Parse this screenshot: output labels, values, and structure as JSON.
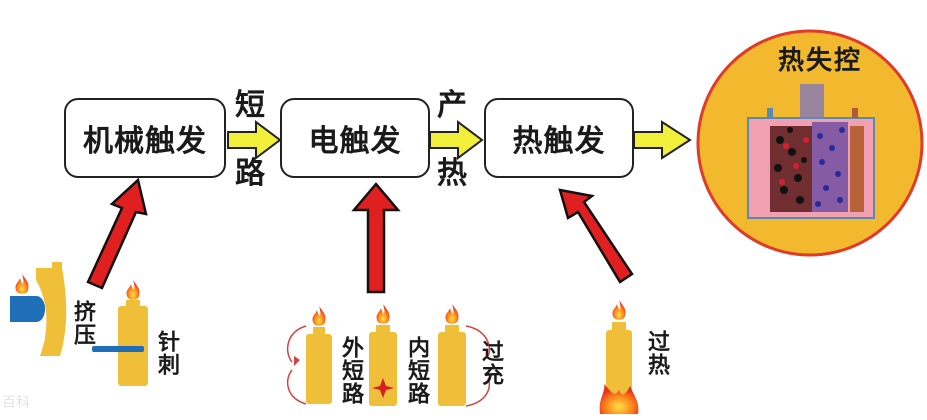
{
  "diagram": {
    "title": "Battery thermal runaway trigger chain",
    "stages": [
      {
        "id": "mechanical",
        "label": "机械触发"
      },
      {
        "id": "electrical",
        "label": "电触发"
      },
      {
        "id": "thermal",
        "label": "热触发"
      }
    ],
    "connectors": [
      {
        "from": "mechanical",
        "to": "electrical",
        "label_top": "短",
        "label_bottom": "路"
      },
      {
        "from": "electrical",
        "to": "thermal",
        "label_top": "产",
        "label_bottom": "热"
      },
      {
        "from": "thermal",
        "to": "thermal-runaway",
        "label_top": "",
        "label_bottom": ""
      }
    ],
    "result": {
      "id": "thermal-runaway",
      "label": "热失控"
    },
    "causes": {
      "mechanical": [
        {
          "label": "挤压",
          "icon": "crushed-battery-icon"
        },
        {
          "label": "针刺",
          "icon": "nail-penetration-battery-icon"
        }
      ],
      "electrical": [
        {
          "label": "外短路",
          "icon": "external-short-circuit-battery-icon"
        },
        {
          "label": "内短路",
          "icon": "internal-short-circuit-battery-icon"
        },
        {
          "label": "过充",
          "icon": "overcharge-battery-icon"
        }
      ],
      "thermal": [
        {
          "label": "过热",
          "icon": "overheated-battery-icon"
        }
      ]
    },
    "colors": {
      "flow_arrow": "#f2ef3a",
      "cause_arrow": "#e02020",
      "battery": "#f0bf3a",
      "circle_fill": "#f2b92e",
      "circle_border": "#e03a2a",
      "blue": "#1f6fb8",
      "loop_red": "#d94040"
    },
    "watermark": "百科"
  }
}
